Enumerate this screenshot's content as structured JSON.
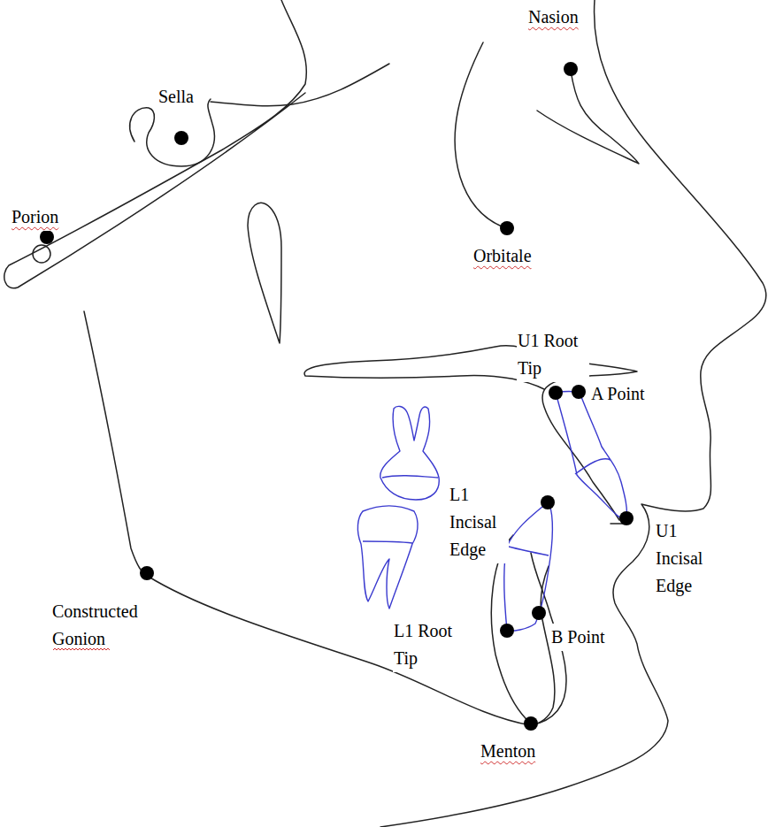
{
  "diagram": {
    "labels": [
      "Nasion",
      "Sella",
      "Porion",
      "Orbitale",
      "U1 Root Tip",
      "A Point",
      "L1 Incisal Edge",
      "U1 Incisal Edge",
      "L1 Root Tip",
      "B Point",
      "Constructed Gonion",
      "Menton"
    ]
  }
}
